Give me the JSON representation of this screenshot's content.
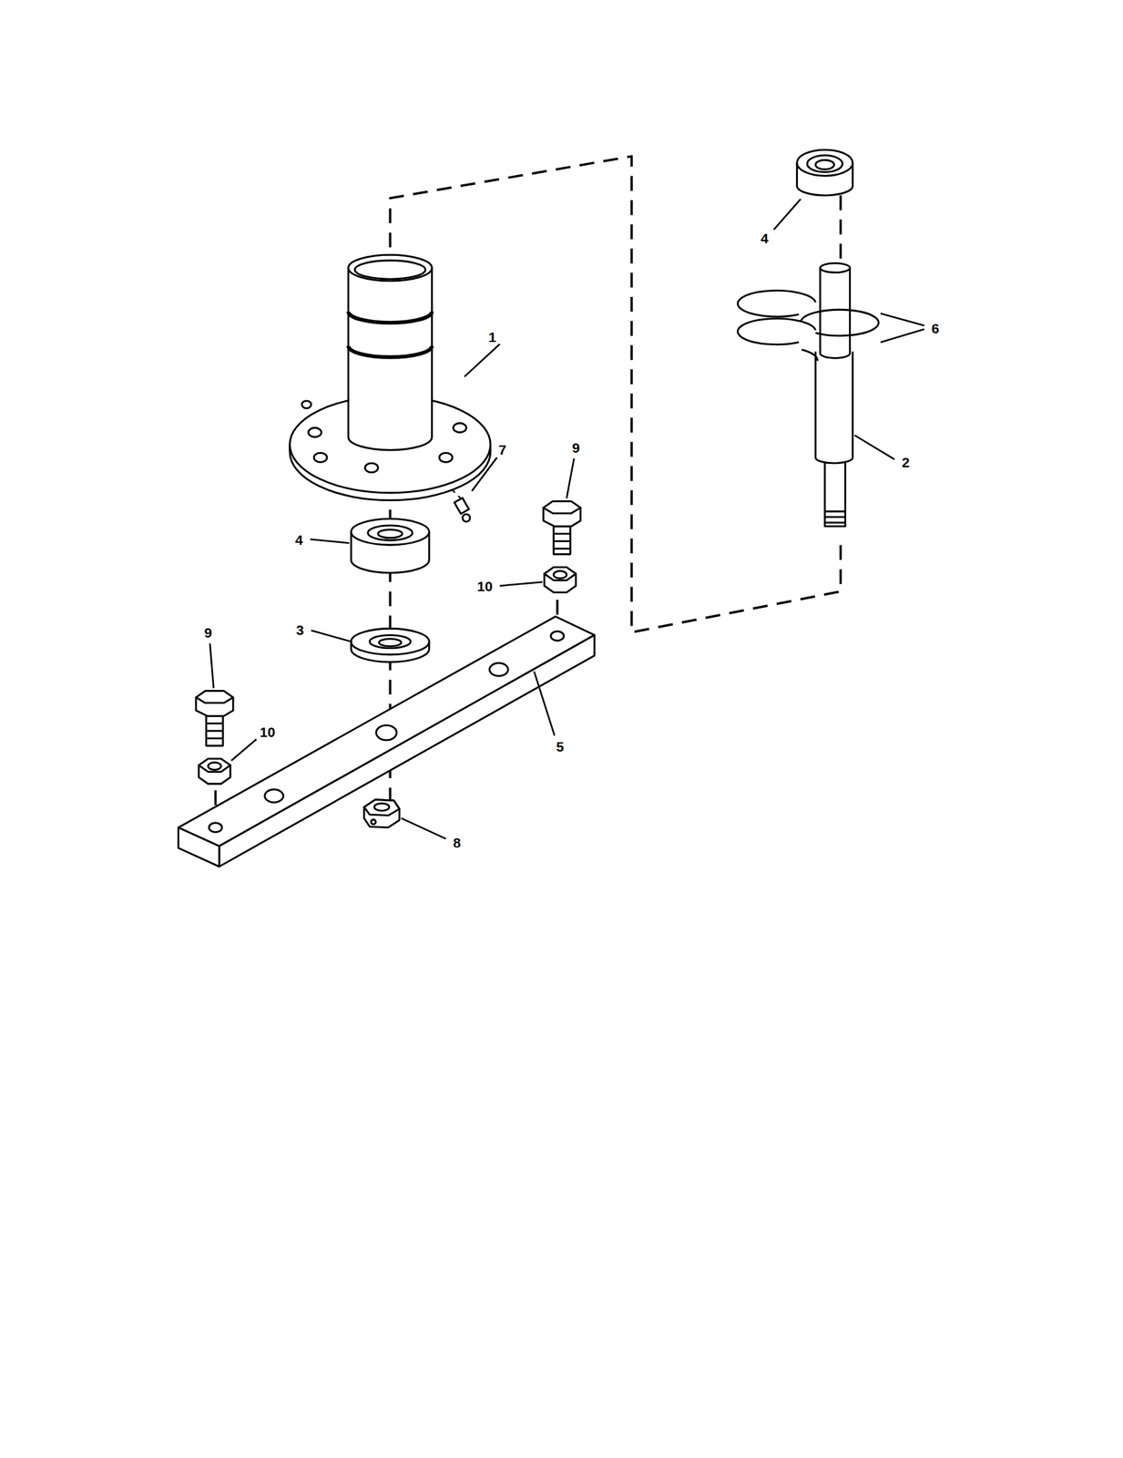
{
  "diagram": {
    "labels": [
      "4",
      "6",
      "1",
      "9",
      "7",
      "2",
      "4",
      "10",
      "3",
      "9",
      "10",
      "5",
      "8"
    ]
  }
}
